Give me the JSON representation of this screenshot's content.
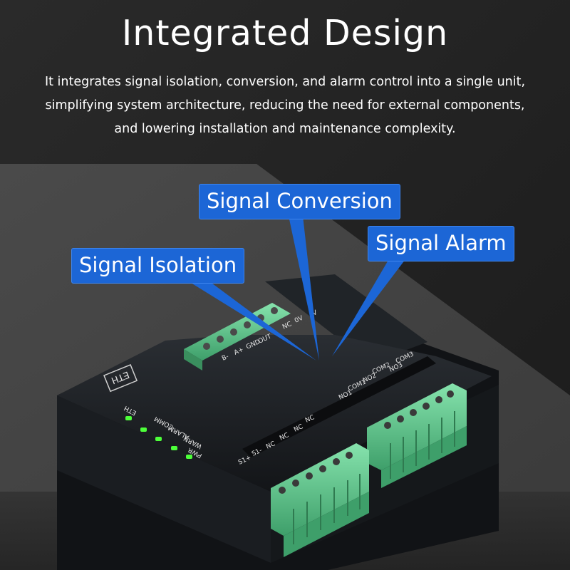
{
  "heading": {
    "title": "Integrated Design",
    "line1": "It integrates signal isolation, conversion, and alarm control into a single unit,",
    "line2": "simplifying system architecture, reducing the need for external components,",
    "line3": "and lowering installation and maintenance complexity."
  },
  "callouts": {
    "isolation": "Signal Isolation",
    "conversion": "Signal Conversion",
    "alarm": "Signal Alarm"
  },
  "device": {
    "eth_label": "ETH",
    "leds": [
      "ETH",
      "COMM",
      "ALARM",
      "WARN",
      "PWR"
    ],
    "top_terminals": [
      "B-",
      "A+",
      "GND",
      "OUT",
      "NC",
      "0V",
      "V"
    ],
    "right_terminals": [
      "NO1",
      "COM1",
      "NO2",
      "COM2",
      "NO3",
      "COM3"
    ],
    "bottom_terminals": [
      "S1+",
      "S1-",
      "NC",
      "NC",
      "NC",
      "NC"
    ]
  },
  "colors": {
    "callout_blue": "#1c66d6",
    "led_green": "#4dff3a",
    "terminal_green": "#6fcf97",
    "device_body": "#1d2024"
  }
}
